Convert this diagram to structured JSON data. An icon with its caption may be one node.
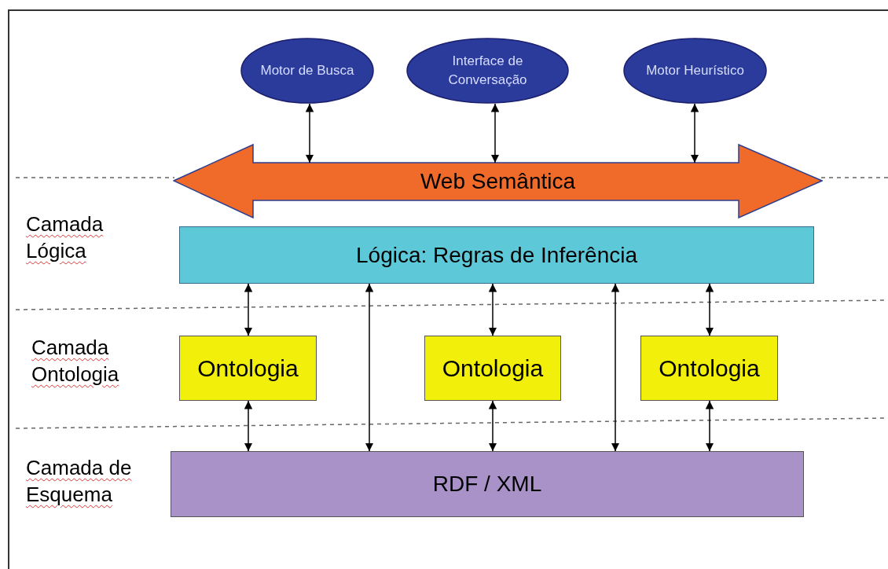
{
  "diagram": {
    "nodes": [
      {
        "text": [
          "Motor de Busca"
        ]
      },
      {
        "text": [
          "Interface de Conversação"
        ]
      },
      {
        "text": [
          "Motor Heurístico"
        ]
      },
      {
        "text": [
          "Web Semântica"
        ]
      },
      {
        "text": [
          "Lógica: Regras de Inferência"
        ]
      },
      {
        "text": [
          "Ontologia"
        ]
      },
      {
        "text": [
          "Ontologia"
        ]
      },
      {
        "text": [
          "Ontologia"
        ]
      },
      {
        "text": [
          "RDF / XML"
        ]
      }
    ],
    "edges": [
      {
        "from": 0,
        "to": 3,
        "arrow": "both"
      },
      {
        "from": 1,
        "to": 3,
        "arrow": "both"
      },
      {
        "from": 2,
        "to": 3,
        "arrow": "both"
      },
      {
        "from": 4,
        "to": 5,
        "arrow": "both"
      },
      {
        "from": 4,
        "to": 8,
        "arrow": "both"
      },
      {
        "from": 4,
        "to": 6,
        "arrow": "both"
      },
      {
        "from": 4,
        "to": 8,
        "arrow": "both"
      },
      {
        "from": 4,
        "to": 7,
        "arrow": "both"
      },
      {
        "from": 5,
        "to": 8,
        "arrow": "both"
      },
      {
        "from": 6,
        "to": 8,
        "arrow": "both"
      },
      {
        "from": 7,
        "to": 8,
        "arrow": "both"
      }
    ],
    "labels": [
      "Camada Lógica",
      "Camada Ontologia",
      "Camada de Esquema"
    ]
  }
}
